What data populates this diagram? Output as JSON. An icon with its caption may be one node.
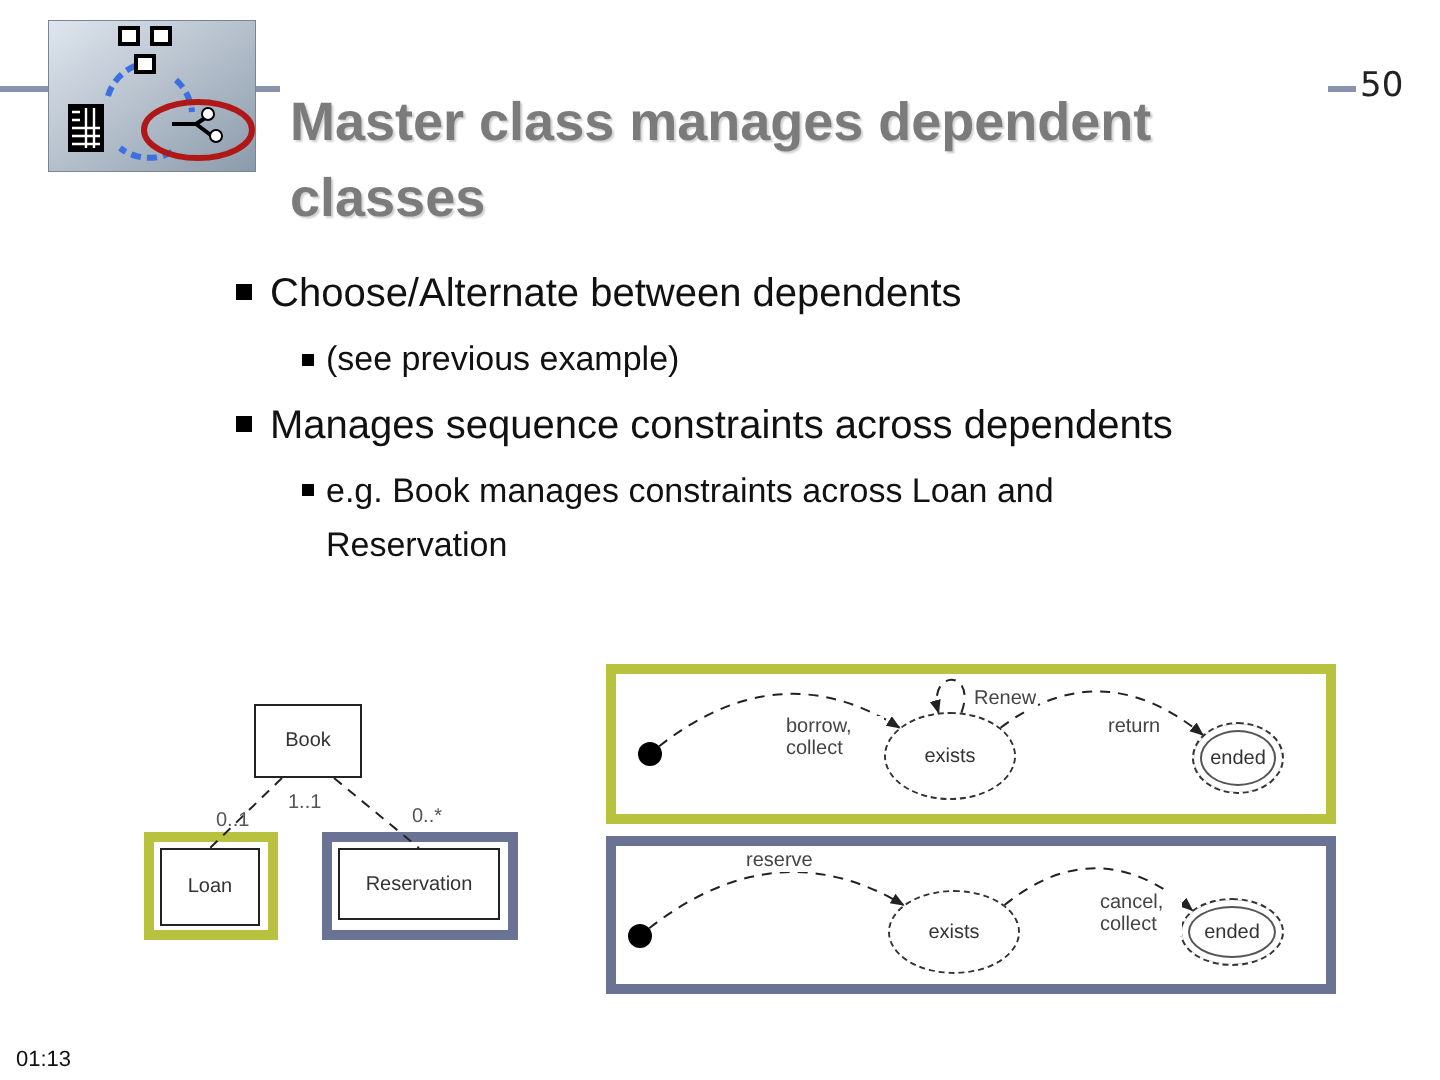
{
  "diagram": {
    "title": "Master class manages dependent classes",
    "nodes": [
      {
        "text": [
          "Book"
        ]
      },
      {
        "text": [
          "Loan"
        ]
      },
      {
        "text": [
          "Reservation"
        ]
      },
      {
        "text": [],
        "shape": "box"
      },
      {
        "text": [],
        "shape": "circle",
        "in": 3
      },
      {
        "text": [
          "exists"
        ],
        "in": 3
      },
      {
        "text": [
          "ended"
        ],
        "in": 3
      },
      {
        "text": [],
        "shape": "box"
      },
      {
        "text": [],
        "shape": "circle",
        "in": 7
      },
      {
        "text": [
          "exists"
        ],
        "in": 7
      },
      {
        "text": [
          "ended"
        ],
        "in": 7
      }
    ],
    "edges": [
      {
        "from": 0,
        "to": 1,
        "arrow": "none",
        "style": "dashed"
      },
      {
        "from": 0,
        "to": 2,
        "arrow": "none",
        "style": "dashed"
      },
      {
        "from": 4,
        "to": 5,
        "arrow": "to",
        "label": "borrow, collect",
        "style": "dashed"
      },
      {
        "from": 5,
        "to": 5,
        "arrow": "to",
        "label": "Renew",
        "style": "dashed"
      },
      {
        "from": 5,
        "to": 6,
        "arrow": "to",
        "label": "return",
        "style": "dashed"
      },
      {
        "from": 8,
        "to": 9,
        "arrow": "to",
        "label": "reserve",
        "style": "dashed"
      },
      {
        "from": 9,
        "to": 10,
        "arrow": "to",
        "label": "cancel, collect",
        "style": "dashed"
      }
    ],
    "labels": [
      "50",
      "Choose/Alternate between dependents",
      "(see previous example)",
      "Manages sequence constraints across dependents",
      "e.g. Book manages constraints across Loan and Reservation",
      "1..1",
      "0..1",
      "0..*",
      "01:13"
    ]
  }
}
